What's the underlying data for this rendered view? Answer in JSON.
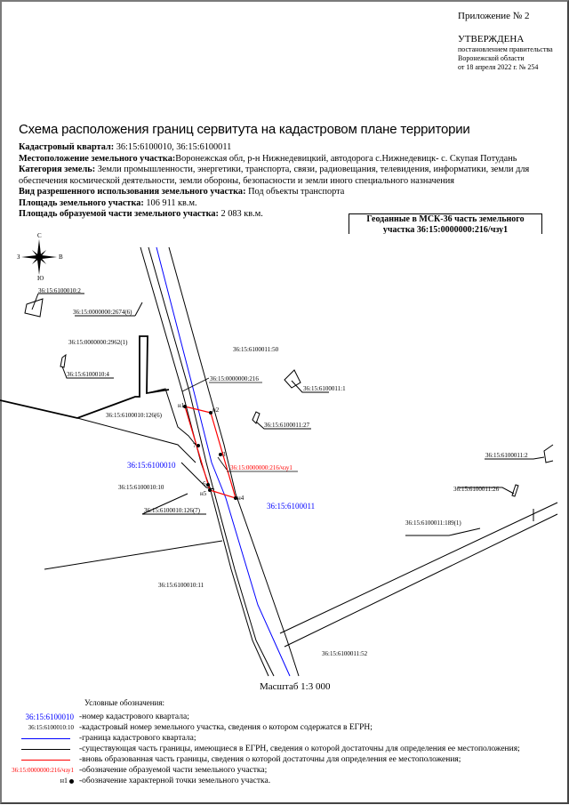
{
  "header": {
    "appendix": "Приложение № 2",
    "approved_title": "УТВЕРЖДЕНА",
    "approved_lines": [
      "постановлением правительства",
      "Воронежской области",
      "от 18 апреля 2022 г. № 254"
    ]
  },
  "title": "Схема расположения границ сервитута на кадастровом плане территории",
  "info": {
    "quarter_label": "Кадастровый квартал:",
    "quarter_value": " 36:15:6100010, 36:15:6100011",
    "location_label": "Местоположение земельного участка:",
    "location_value": "Воронежская обл, р-н Нижнедевицкий, автодорога с.Нижнедевицк- с. Скупая Потудань",
    "category_label": "Категория земель:",
    "category_value": " Земли промышленности, энергетики, транспорта, связи, радиовещания, телевидения, информатики, земли для обеспечения космической деятельности, земли обороны, безопасности и земли иного специального назначения",
    "use_label": "Вид разрешенного использования земельного участка:",
    "use_value": " Под объекты транспорта",
    "area_label": "Площадь земельного участка:",
    "area_value": " 106 911 кв.м.",
    "part_area_label": "Площадь образуемой части земельного участка:",
    "part_area_value": " 2 083 кв.м."
  },
  "geodata": {
    "line1": "Геоданные в МСК-36 часть земельного",
    "line2": "участка 36:15:0000000:216/чзу1"
  },
  "map": {
    "compass": {
      "north": "С",
      "south": "Ю",
      "west": "З",
      "east": "В"
    },
    "labels": {
      "p_6100010_2": "36:15:6100010:2",
      "p_2674_6": "36:15:0000000:2674(6)",
      "p_2962_1": "36:15:0000000:2962(1)",
      "p_6100010_4": "36:15:6100010:4",
      "p_6100011_50": "36:15:6100011:50",
      "p_216": "36:15:0000000:216",
      "p_6100011_1": "36:15:6100011:1",
      "p_126_6": "36:15:6100010:126(6)",
      "p_6100011_27": "36:15:6100011:27",
      "quarter_10": "36:15:6100010",
      "p_216_chzu1": "36:15:0000000:216/чзу1",
      "p_6100011_2": "36:15:6100011:2",
      "p_6100010_10": "36:15:6100010:10",
      "p_6100011_26": "36:15:6100011:26",
      "quarter_11": "36:15:6100011",
      "p_126_7": "36:15:6100010:126(7)",
      "p_189_1": "36:15:6100011:189(1)",
      "p_6100010_11": "36:15:6100010:11",
      "p_6100011_52": "36:15:6100011:52"
    },
    "points": {
      "n1": "н1",
      "n2": "н2",
      "p3": "3",
      "n4": "н4",
      "n5": "н5",
      "p6": "6",
      "p7": "7"
    },
    "colors": {
      "quarter_boundary": "#0000ff",
      "new_boundary": "#ff0000",
      "existing_boundary": "#000000"
    },
    "scale": "Масштаб 1:3 000"
  },
  "legend": {
    "title": "Условные обозначения:",
    "items": [
      {
        "symbol": "36:15:6100010",
        "text": "-номер кадастрового квартала;"
      },
      {
        "symbol": "36:15:6100010:10",
        "text": "-кадастровый номер земельного участка, сведения о котором содержатся в ЕГРН;"
      },
      {
        "symbol": "blue-line",
        "text": "-граница кадастрового квартала;"
      },
      {
        "symbol": "black-line",
        "text": "-существующая часть границы, имеющиеся в ЕГРН, сведения о которой достаточны для определения ее местоположения;"
      },
      {
        "symbol": "red-line",
        "text": "-вновь образованная часть границы, сведения о которой достаточны для определения ее местоположения;"
      },
      {
        "symbol": "36:15:0000000:216/чзу1",
        "text": "-обозначение образуемой части земельного участка;"
      },
      {
        "symbol": "н1",
        "text": "-обозначение характерной точки земельного участка."
      }
    ]
  }
}
